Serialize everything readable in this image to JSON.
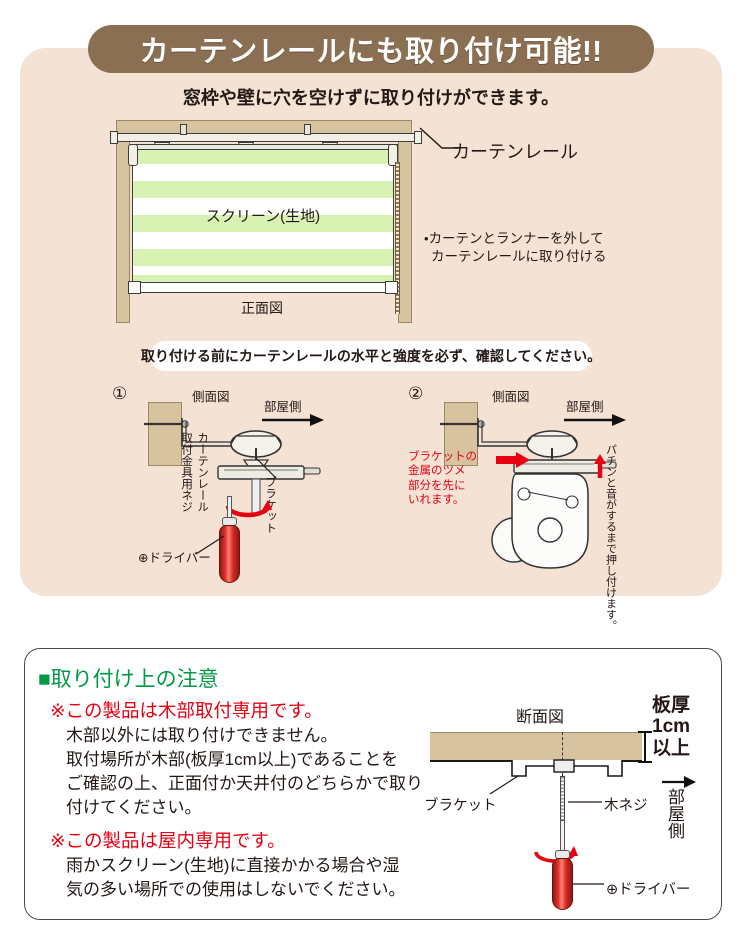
{
  "title_banner": {
    "text": "カーテンレールにも取り付け可能!!",
    "bg_color": "#8A6F52",
    "text_color": "#FFFFFF"
  },
  "subtitle": "窓枠や壁に穴を空けずに取り付けができます。",
  "front_view": {
    "screen_label": "スクリーン(生地)",
    "caption": "正面図",
    "rail_label": "カーテンレール",
    "note": "カーテンとランナーを外して\nカーテンレールに取り付ける",
    "note_line1": "カーテンとランナーを外して",
    "note_line2": "カーテンレールに取り付ける",
    "bullet_mark": "•",
    "stripe_color": "#D7F2B2",
    "frame_color": "#D8C3A0"
  },
  "warning_bar": {
    "text": "取り付ける前にカーテンレールの水平と強度を必ず、確認してください。"
  },
  "steps": [
    {
      "number": "①",
      "side_view_label": "側面図",
      "room_side_label": "部屋側",
      "label_screw": "取付金具用ネジ",
      "label_rail": "カーテンレール",
      "label_bracket": "ブラケット",
      "label_driver": "⊕ドライバー"
    },
    {
      "number": "②",
      "side_view_label": "側面図",
      "room_side_label": "部屋側",
      "note_left_line1": "ブラケットの",
      "note_left_line2": "金属のツメ",
      "note_left_line3": "部分を先に",
      "note_left_line4": "いれます。",
      "note_right": "パチンと音がするまで押し付けます。"
    }
  ],
  "notice": {
    "heading": "■取り付け上の注意",
    "item1_title": "※この製品は木部取付専用です。",
    "item1_body": "木部以外には取り付けできません。\n取付場所が木部(板厚1cm以上)であることを\nご確認の上、正面付か天井付のどちらかで取り\n付けてください。",
    "item2_title": "※この製品は屋内専用です。",
    "item2_body": "雨かスクリーン(生地)に直接かかる場合や湿\n気の多い場所での使用はしないでください。",
    "heading_color": "#009944",
    "accent_color": "#E60012"
  },
  "cross_section": {
    "title": "断面図",
    "thickness_label": "板厚\n1cm\n以上",
    "room_side_label": "→部屋側",
    "room_side_vertical": "部屋側",
    "arrow_glyph": "→",
    "label_bracket": "ブラケット",
    "label_woodscrew": "木ネジ",
    "label_driver": "⊕ドライバー"
  }
}
